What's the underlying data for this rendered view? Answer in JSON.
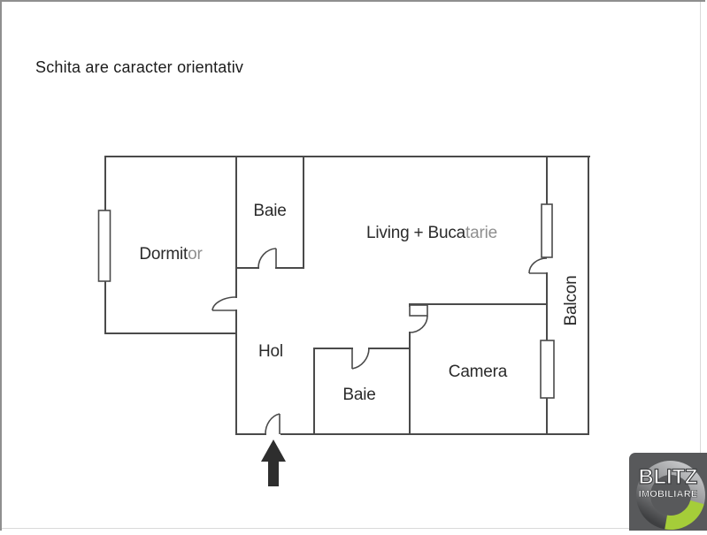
{
  "disclaimer": "Schita are caracter orientativ",
  "rooms": {
    "dormitor": {
      "dark": "Dormit",
      "gray": "or"
    },
    "baie_upper": {
      "dark": "Baie"
    },
    "living": {
      "dark": "Living + Buca",
      "gray": "tarie"
    },
    "hol": {
      "dark": "Hol"
    },
    "baie_lower": {
      "dark": "Baie"
    },
    "camera": {
      "dark": "Camera"
    },
    "balcon": {
      "dark": "Balcon"
    }
  },
  "icons": {
    "entrance_arrow": "filled-up-arrow"
  },
  "logo": {
    "brand": "BLITZ",
    "tagline": "IMOBILIARE"
  },
  "colors": {
    "wall": "#4a4a4a",
    "text_dark": "#2b2b2b",
    "text_gray": "#8f8f8f",
    "arrow": "#2e2e2e",
    "frame_border": "#8f8f8f",
    "logo_bg": "#58595b",
    "logo_green": "#a5cd39",
    "logo_text": "#ffffff"
  }
}
